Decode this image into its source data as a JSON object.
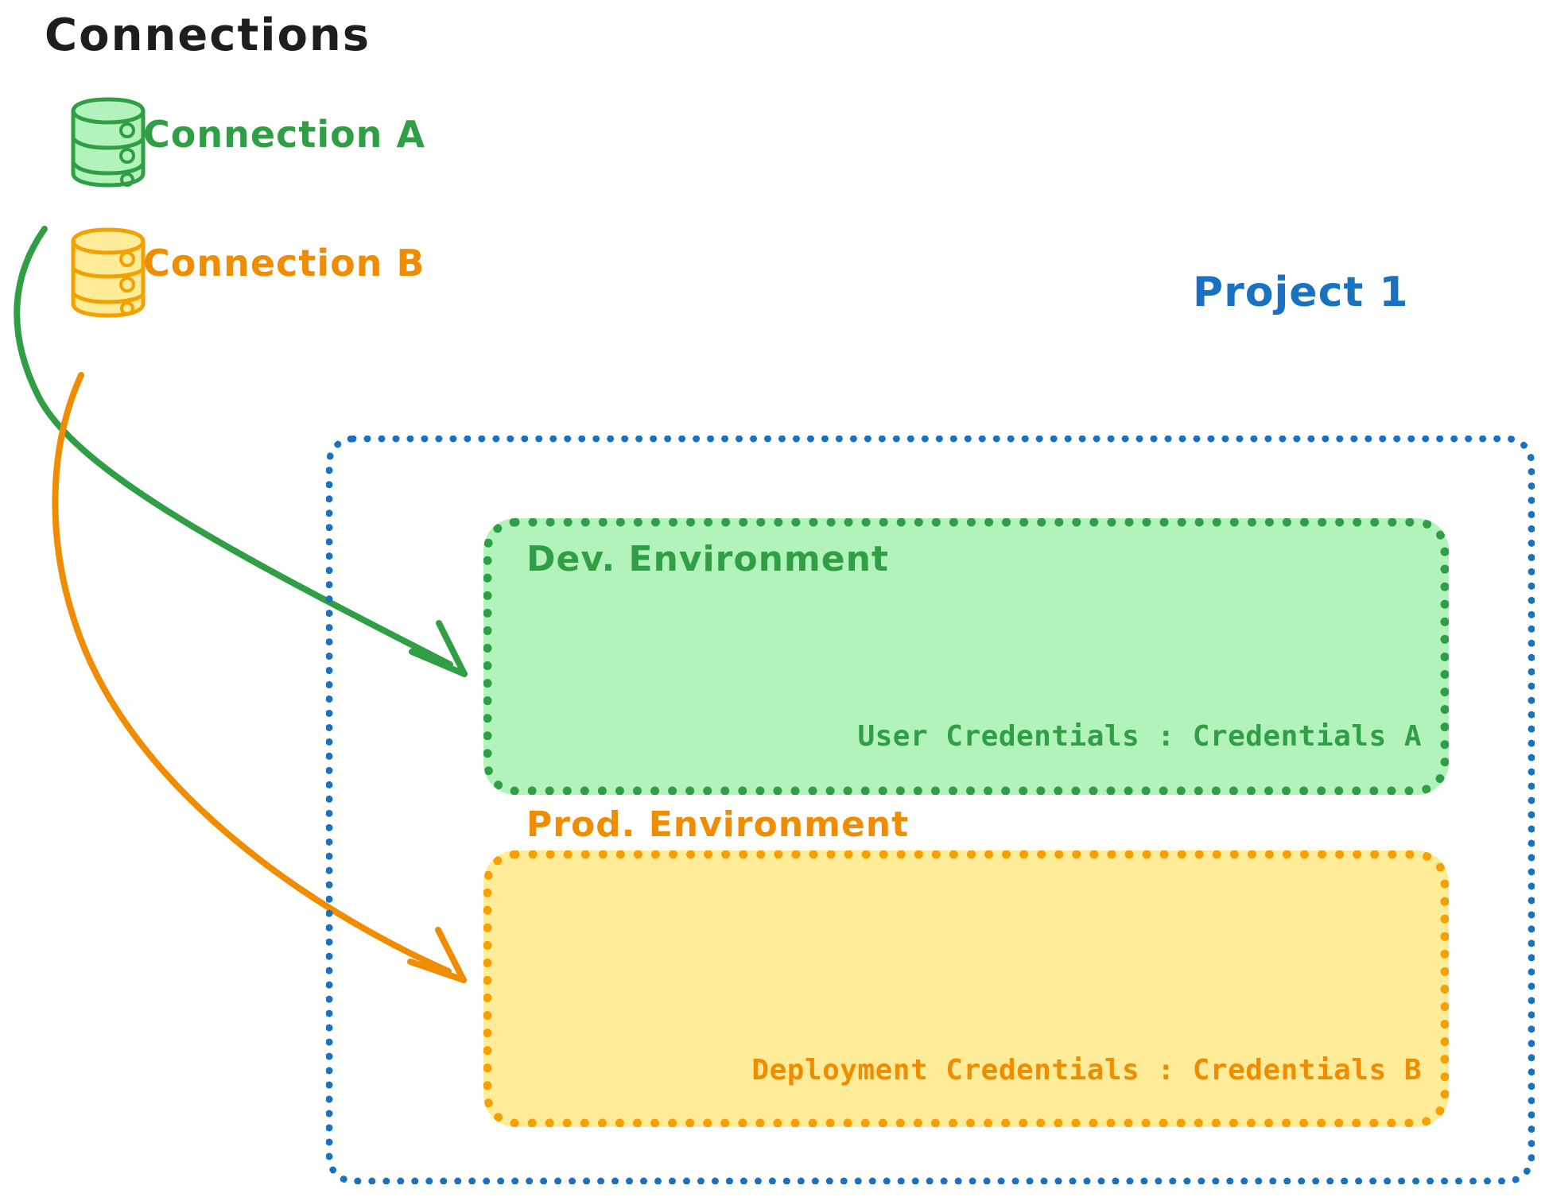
{
  "diagram": {
    "type": "architecture-diagram",
    "background_color": "#ffffff",
    "title": "Connections"
  },
  "connections_panel": {
    "heading": "Connections",
    "heading_color": "#1e1e1e",
    "items": [
      {
        "id": "connection-a",
        "label": "Connection A",
        "icon": "database-icon",
        "color": "#2f9e44",
        "fill": "#b2f2bb",
        "targets": "dev-environment"
      },
      {
        "id": "connection-b",
        "label": "Connection B",
        "icon": "database-icon",
        "color": "#f08c00",
        "fill": "#ffec99",
        "targets": "prod-environment"
      }
    ]
  },
  "project": {
    "title": "Project 1",
    "title_color": "#1971c2",
    "border_color": "#1971c2",
    "border_style": "dotted",
    "environments": [
      {
        "id": "dev-environment",
        "name": "Dev. Environment",
        "credentials_label": "User Credentials : Credentials A",
        "accent_color": "#2f9e44",
        "fill_color": "#b2f2bb"
      },
      {
        "id": "prod-environment",
        "name": "Prod. Environment",
        "credentials_label": "Deployment Credentials : Credentials B",
        "accent_color": "#f08c00",
        "fill_color": "#ffec99"
      }
    ]
  },
  "arrows": [
    {
      "id": "arrow-connection-a-to-dev",
      "from": "connection-a",
      "to": "dev-environment",
      "color": "#2f9e44"
    },
    {
      "id": "arrow-connection-b-to-prod",
      "from": "connection-b",
      "to": "prod-environment",
      "color": "#f08c00"
    }
  ]
}
